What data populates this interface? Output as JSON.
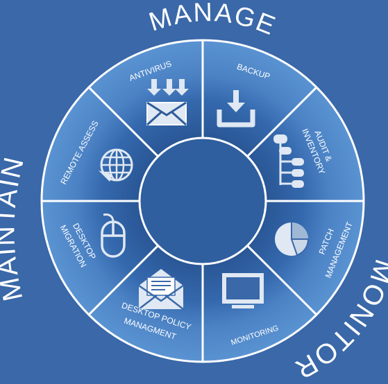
{
  "outer_labels": {
    "manage": "MANAGE",
    "maintain": "MAINTAIN",
    "monitor": "MONITOR"
  },
  "segments": [
    {
      "id": "antivirus",
      "lines": [
        "Antivirus"
      ],
      "icon": "envelope-download-icon"
    },
    {
      "id": "backup",
      "lines": [
        "Backup"
      ],
      "icon": "download-tray-icon"
    },
    {
      "id": "audit-inventory",
      "lines": [
        "Audit &",
        "Inventory"
      ],
      "icon": "hierarchy-tree-icon"
    },
    {
      "id": "patch-management",
      "lines": [
        "Patch",
        "Management"
      ],
      "icon": "pie-chart-icon"
    },
    {
      "id": "monitoring",
      "lines": [
        "Monitoring"
      ],
      "icon": "monitor-icon"
    },
    {
      "id": "desktop-policy",
      "lines": [
        "Desktop Policy",
        "Managment"
      ],
      "icon": "open-envelope-icon"
    },
    {
      "id": "desktop-migration",
      "lines": [
        "Desktop",
        "Migration"
      ],
      "icon": "mouse-icon"
    },
    {
      "id": "remote-assess",
      "lines": [
        "Remote Assess"
      ],
      "icon": "globe-icon"
    }
  ],
  "colors": {
    "background": "#3a68a8",
    "ring_outer": "#4f86c6",
    "ring_inner": "#2d5b99",
    "divider": "#ffffff",
    "hub": "#2f5f9f",
    "text": "#ffffff"
  }
}
